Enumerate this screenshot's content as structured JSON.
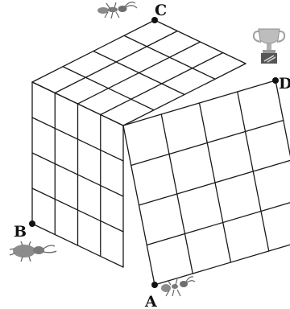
{
  "vertices": {
    "a": "A",
    "b": "B",
    "c": "C",
    "d": "D"
  },
  "grid": {
    "divisions": 4
  },
  "icons": {
    "top_insect": "ant-icon",
    "bottom_left_insect": "beetle-icon",
    "bottom_insect": "ant-icon",
    "goal": "trophy-icon"
  },
  "colors": {
    "line": "#1a1a1a",
    "vertex": "#111111",
    "insect": "#8a8a8a",
    "trophy": "#a8a8a8"
  }
}
